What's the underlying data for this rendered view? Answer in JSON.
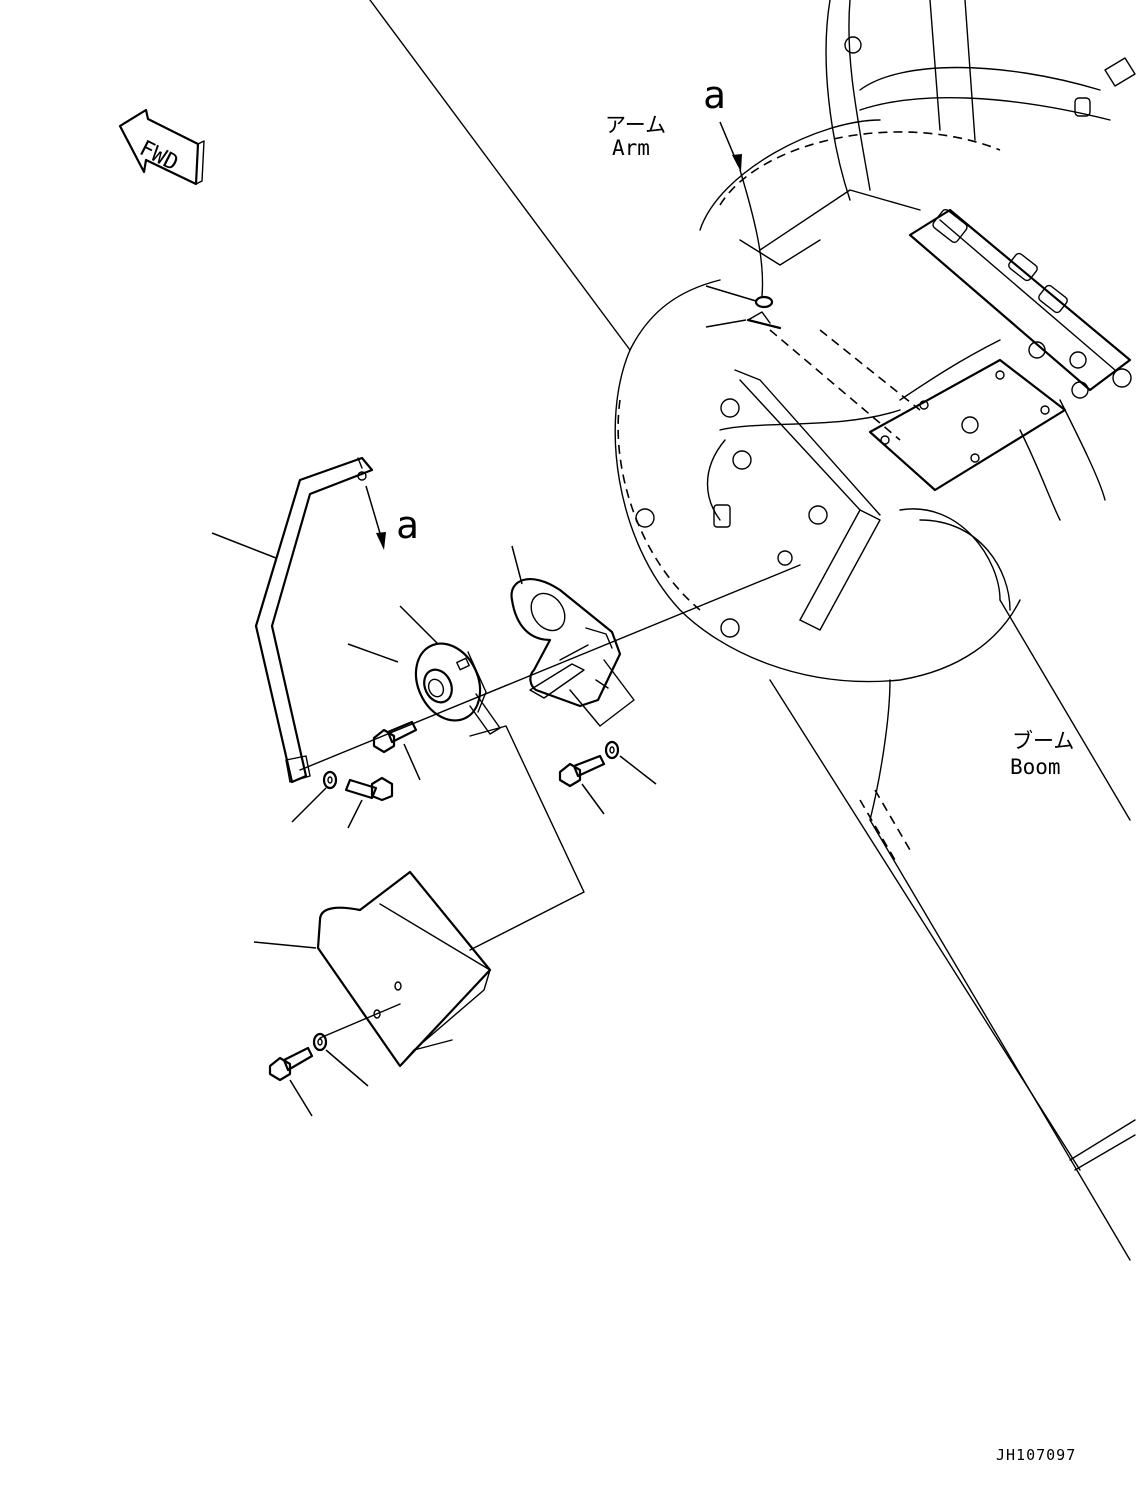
{
  "labels": {
    "fwd": "FWD",
    "arm_jp": "アーム",
    "arm_en": "Arm",
    "boom_jp": "ブーム",
    "boom_en": "Boom",
    "view_a_top": "a",
    "view_a_mid": "a",
    "drawing_code": "JH107097"
  }
}
